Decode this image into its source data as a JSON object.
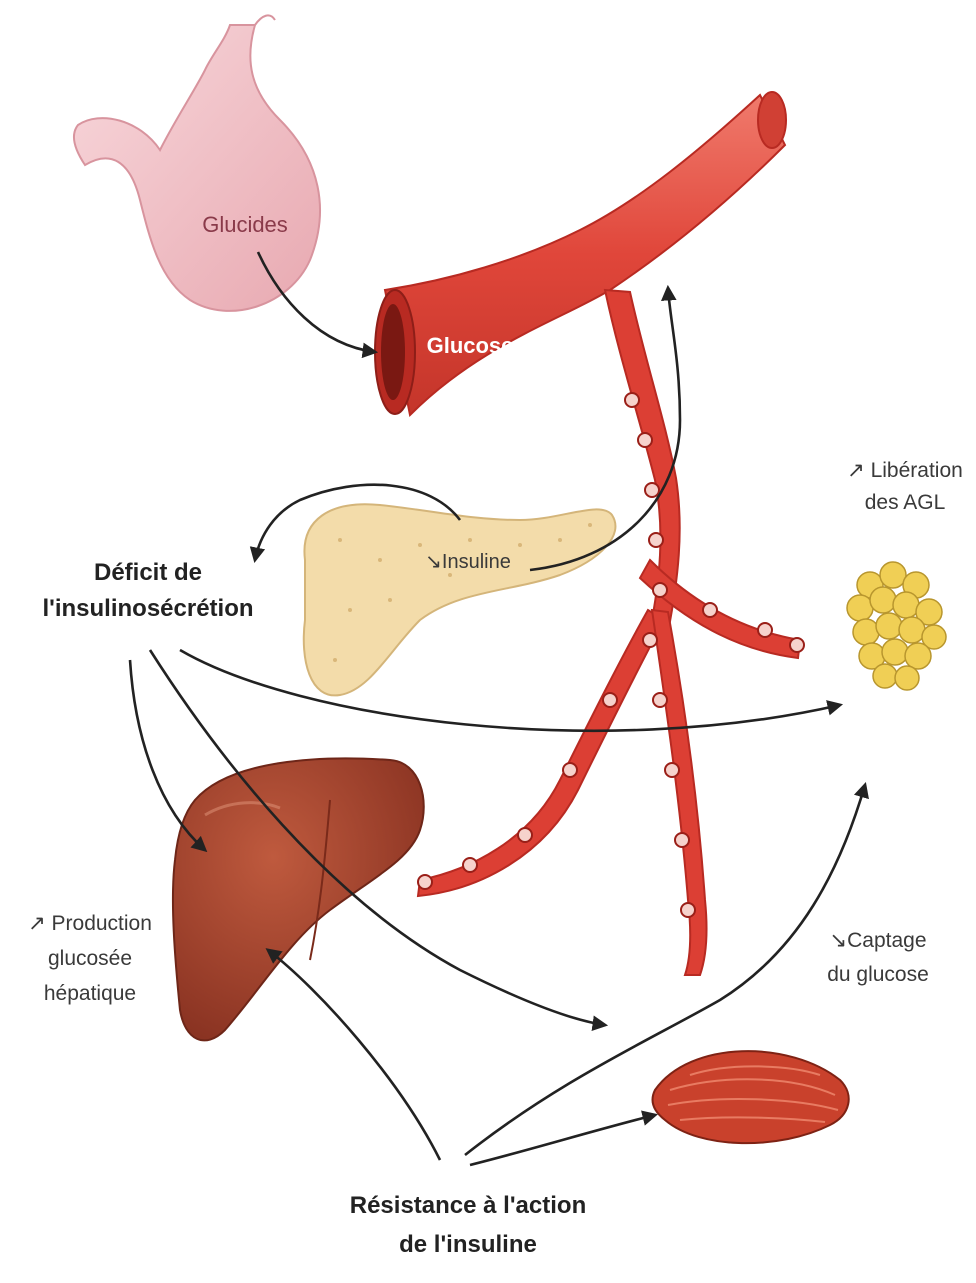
{
  "labels": {
    "glucides": "Glucides",
    "glucose": "Glucose",
    "insuline": "↘Insuline",
    "liberation_line1": "↗ Libération",
    "liberation_line2": "des AGL",
    "deficit_line1": "Déficit de",
    "deficit_line2": "l'insulinosécrétion",
    "production_line1": "↗ Production",
    "production_line2": "glucosée",
    "production_line3": "hépatique",
    "captage_line1": "↘Captage",
    "captage_line2": "du glucose",
    "resistance_line1": "Résistance à l'action",
    "resistance_line2": "de l'insuline"
  },
  "icons": {
    "stomach": "stomach-icon",
    "blood_vessel": "blood-vessel-icon",
    "pancreas": "pancreas-icon",
    "liver": "liver-icon",
    "fat_cells": "adipose-tissue-icon",
    "muscle": "muscle-icon"
  },
  "colors": {
    "vessel": "#e0463a",
    "vessel_dark": "#b82a22",
    "stomach": "#f2c2c8",
    "pancreas": "#f3dcaa",
    "liver": "#a4432c",
    "fat": "#f0cf55",
    "muscle": "#c9412c",
    "arrow": "#222222"
  }
}
